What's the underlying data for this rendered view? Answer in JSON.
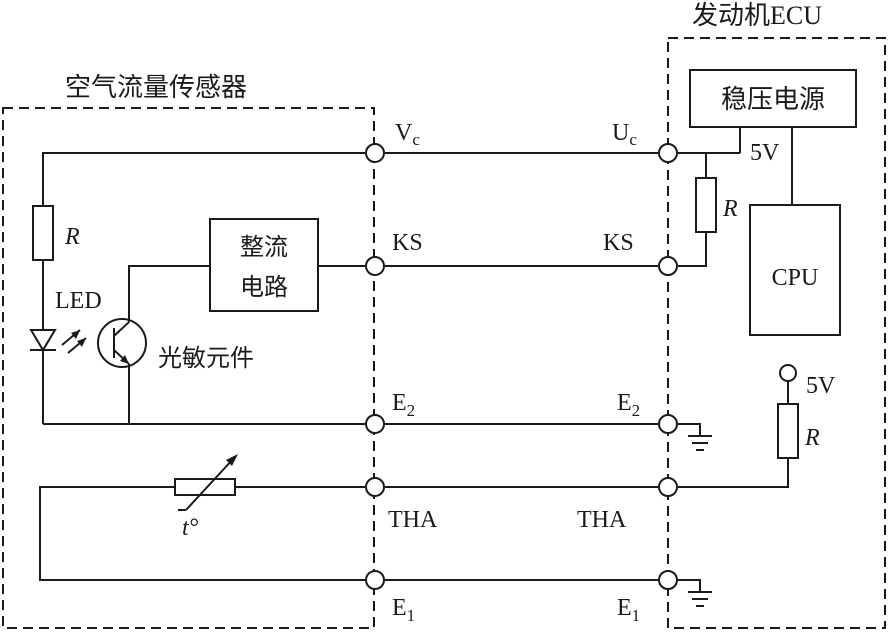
{
  "sensor": {
    "title": "空气流量传感器",
    "resistor_label": "R",
    "led_label": "LED",
    "rectifier_line1": "整流",
    "rectifier_line2": "电路",
    "photo_label": "光敏元件",
    "thermistor_label": "t°"
  },
  "ecu": {
    "title": "发动机ECU",
    "regulator_label": "稳压电源",
    "supply_label": "5V",
    "resistor_label": "R",
    "cpu_label": "CPU",
    "pullup_supply_label": "5V",
    "pullup_resistor_label": "R"
  },
  "terminals": {
    "sensor_vc": "V",
    "sensor_vc_sub": "c",
    "ecu_uc": "U",
    "ecu_uc_sub": "c",
    "sensor_ks": "KS",
    "ecu_ks": "KS",
    "sensor_e2": "E",
    "sensor_e2_sub": "2",
    "ecu_e2": "E",
    "ecu_e2_sub": "2",
    "sensor_tha": "THA",
    "ecu_tha": "THA",
    "sensor_e1": "E",
    "sensor_e1_sub": "1",
    "ecu_e1": "E",
    "ecu_e1_sub": "1"
  }
}
